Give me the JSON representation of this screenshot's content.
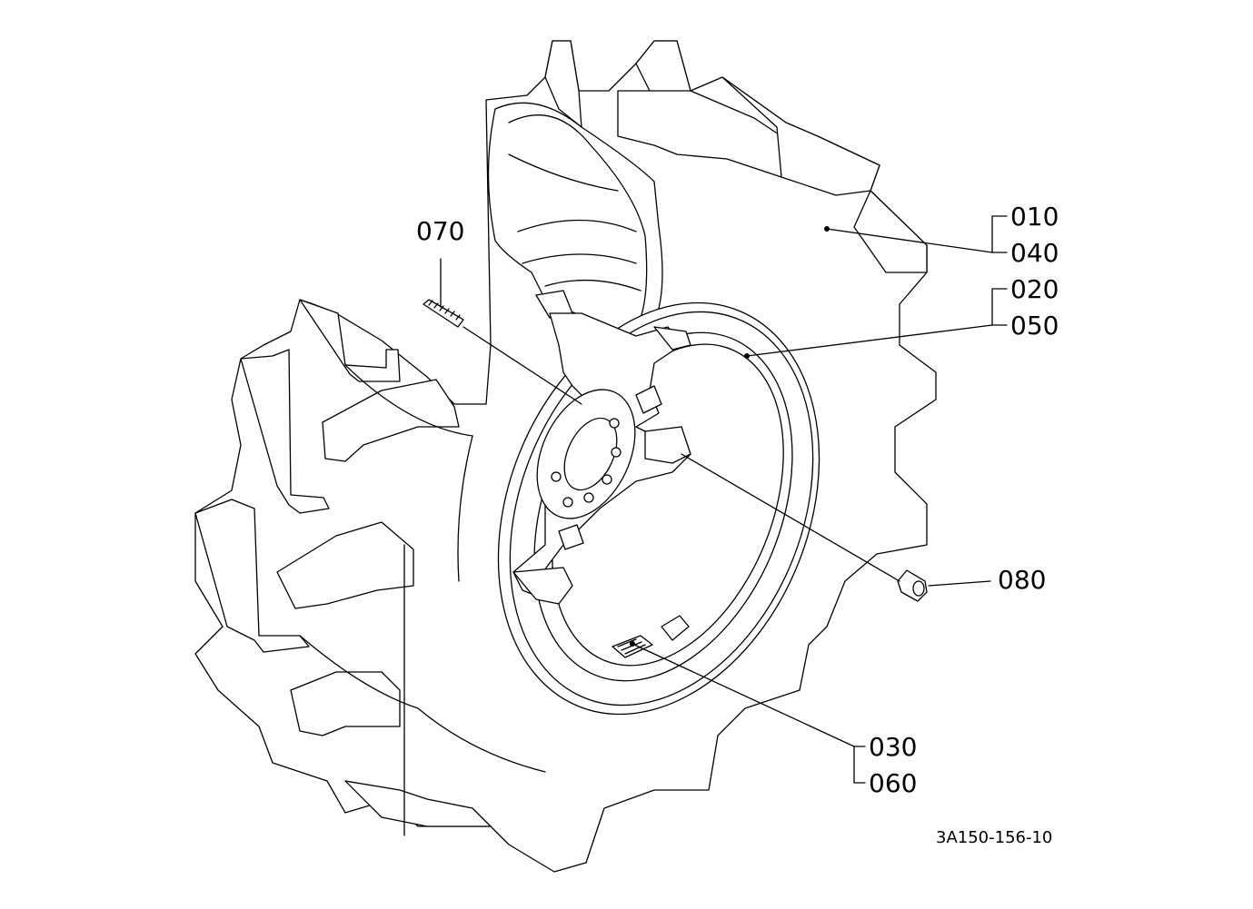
{
  "diagram": {
    "callouts": [
      {
        "id": "c010",
        "text": "010"
      },
      {
        "id": "c040",
        "text": "040"
      },
      {
        "id": "c020",
        "text": "020"
      },
      {
        "id": "c050",
        "text": "050"
      },
      {
        "id": "c070",
        "text": "070"
      },
      {
        "id": "c080",
        "text": "080"
      },
      {
        "id": "c030",
        "text": "030"
      },
      {
        "id": "c060",
        "text": "060"
      }
    ],
    "drawing_number": "3A150-156-10"
  }
}
